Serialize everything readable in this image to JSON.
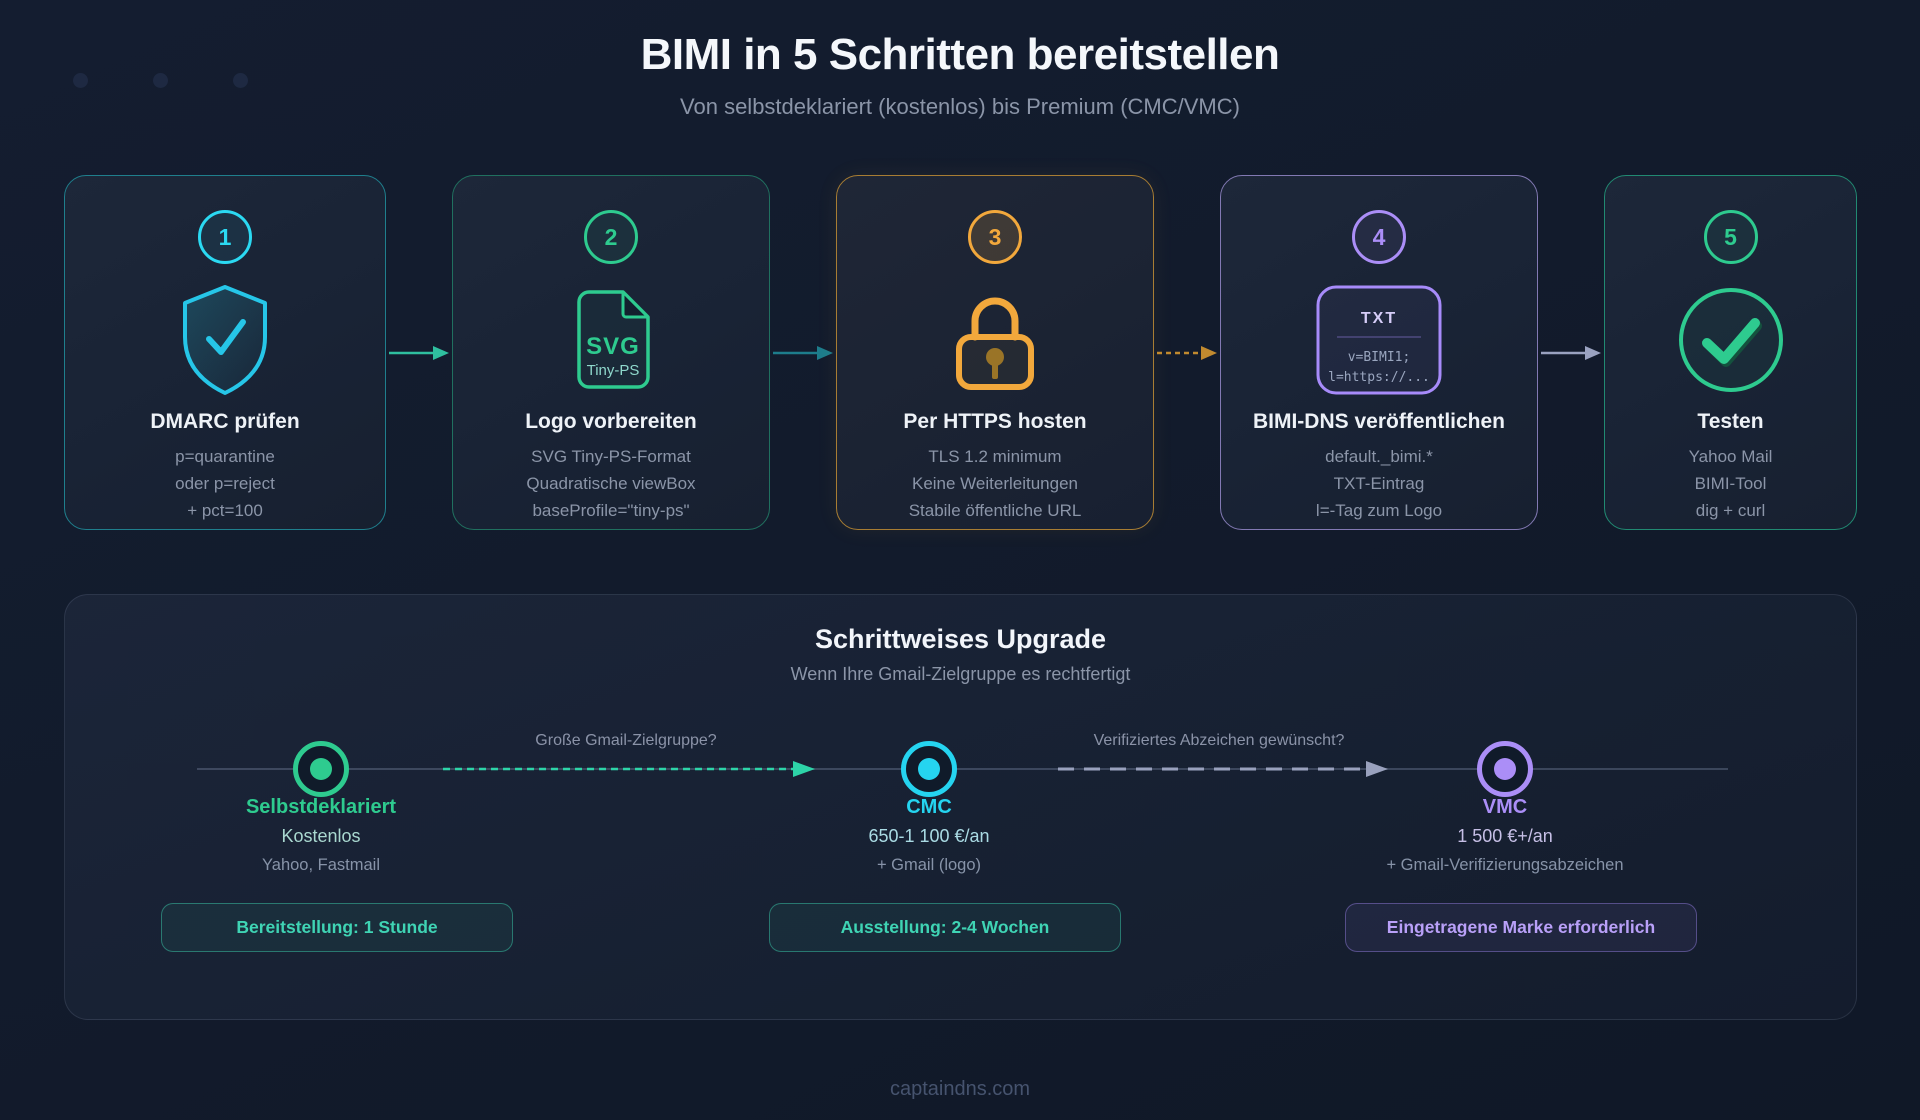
{
  "page": {
    "title": "BIMI in 5 Schritten bereitstellen",
    "subtitle": "Von selbstdeklariert (kostenlos) bis Premium (CMC/VMC)",
    "footer": "captaindns.com"
  },
  "colors": {
    "background": "#121b2c",
    "accent_cyan": "#2bd9f2",
    "accent_green": "#2ecb8f",
    "accent_amber": "#f2a83c",
    "accent_purple": "#ab8ef7"
  },
  "steps": [
    {
      "number": "1",
      "icon": "shield-check-icon",
      "accent": "#2bd9f2",
      "title": "DMARC prüfen",
      "lines": [
        "p=quarantine",
        "oder p=reject",
        "+ pct=100"
      ]
    },
    {
      "number": "2",
      "icon": "svg-file-icon",
      "accent": "#2ecb8f",
      "title": "Logo vorbereiten",
      "icon_labels": {
        "primary": "SVG",
        "secondary": "Tiny-PS"
      },
      "lines": [
        "SVG Tiny-PS-Format",
        "Quadratische viewBox",
        "baseProfile=\"tiny-ps\""
      ]
    },
    {
      "number": "3",
      "icon": "padlock-icon",
      "accent": "#f2a83c",
      "title": "Per HTTPS hosten",
      "lines": [
        "TLS 1.2 minimum",
        "Keine Weiterleitungen",
        "Stabile öffentliche URL"
      ]
    },
    {
      "number": "4",
      "icon": "dns-txt-record-icon",
      "accent": "#ab8ef7",
      "title": "BIMI-DNS veröffentlichen",
      "icon_labels": {
        "record_type": "TXT",
        "code_line1": "v=BIMI1;",
        "code_line2": "l=https://..."
      },
      "lines": [
        "default._bimi.*",
        "TXT-Eintrag",
        "l=-Tag zum Logo"
      ]
    },
    {
      "number": "5",
      "icon": "check-circle-icon",
      "accent": "#2ecb8f",
      "title": "Testen",
      "lines": [
        "Yahoo Mail",
        "BIMI-Tool",
        "dig + curl"
      ]
    }
  ],
  "upgrade_panel": {
    "title": "Schrittweises Upgrade",
    "subtitle": "Wenn Ihre Gmail-Zielgruppe es rechtfertigt",
    "transitions": [
      {
        "question": "Große Gmail-Zielgruppe?",
        "color": "#2dd4a8"
      },
      {
        "question": "Verifiziertes Abzeichen gewünscht?",
        "color": "#99a1bd"
      }
    ],
    "milestones": [
      {
        "name": "Selbstdeklariert",
        "price": "Kostenlos",
        "note": "Yahoo, Fastmail",
        "badge": "Bereitstellung: 1 Stunde",
        "color": "#2ecb8f"
      },
      {
        "name": "CMC",
        "price": "650-1 100 €/an",
        "note": "+ Gmail (logo)",
        "badge": "Ausstellung: 2-4 Wochen",
        "color": "#25d4f0"
      },
      {
        "name": "VMC",
        "price": "1 500 €+/an",
        "note": "+ Gmail-Verifizierungsabzeichen",
        "badge": "Eingetragene Marke erforderlich",
        "color": "#ab8ef7"
      }
    ]
  }
}
